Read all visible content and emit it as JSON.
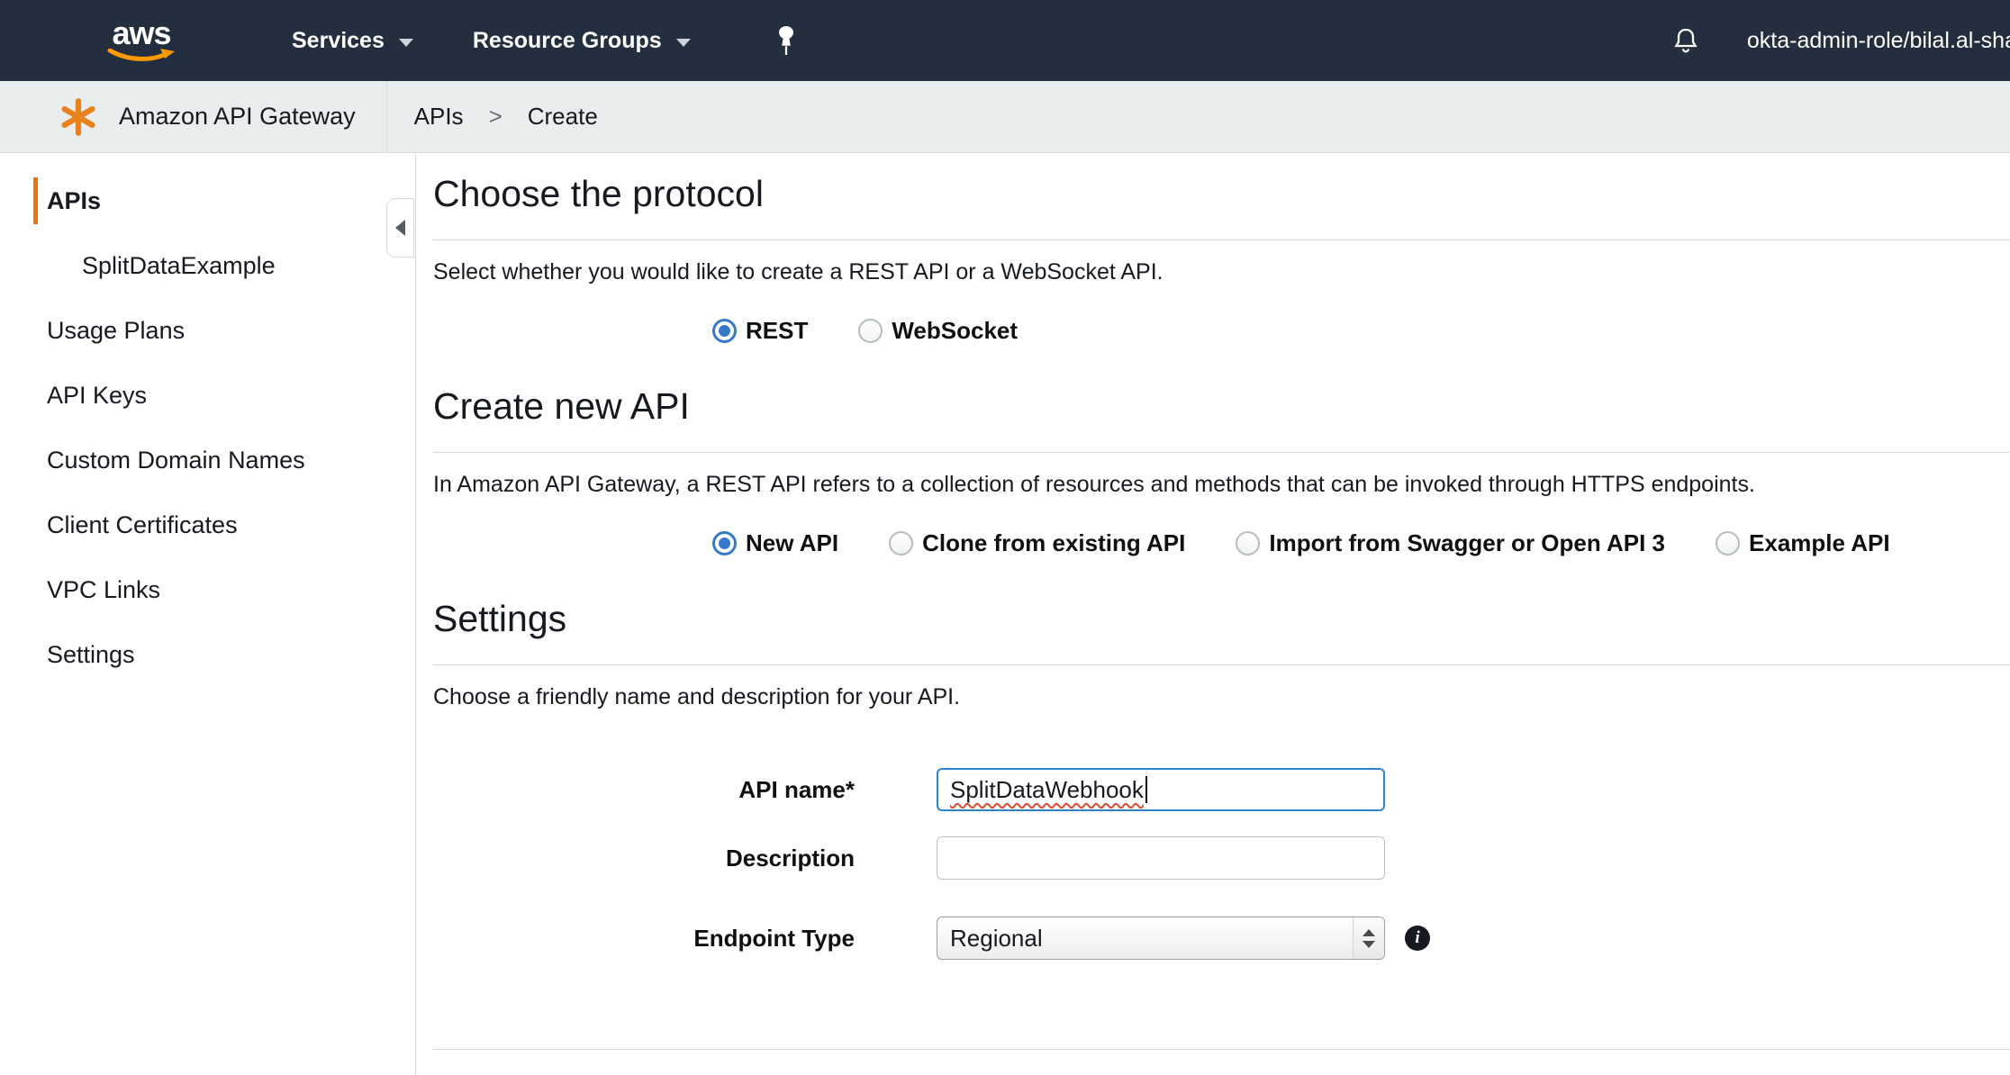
{
  "topnav": {
    "logo": "aws",
    "services_label": "Services",
    "resource_groups_label": "Resource Groups",
    "account": "okta-admin-role/bilal.al-sha"
  },
  "breadcrumb": {
    "service": "Amazon API Gateway",
    "root": "APIs",
    "separator": ">",
    "current": "Create"
  },
  "sidebar": {
    "items": [
      {
        "label": "APIs",
        "active": true
      },
      {
        "label": "SplitDataExample",
        "indent": true
      },
      {
        "label": "Usage Plans"
      },
      {
        "label": "API Keys"
      },
      {
        "label": "Custom Domain Names"
      },
      {
        "label": "Client Certificates"
      },
      {
        "label": "VPC Links"
      },
      {
        "label": "Settings"
      }
    ]
  },
  "protocol_section": {
    "title": "Choose the protocol",
    "description": "Select whether you would like to create a REST API or a WebSocket API.",
    "options": [
      {
        "label": "REST",
        "selected": true
      },
      {
        "label": "WebSocket",
        "selected": false
      }
    ]
  },
  "create_section": {
    "title": "Create new API",
    "description": "In Amazon API Gateway, a REST API refers to a collection of resources and methods that can be invoked through HTTPS endpoints.",
    "options": [
      {
        "label": "New API",
        "selected": true
      },
      {
        "label": "Clone from existing API",
        "selected": false
      },
      {
        "label": "Import from Swagger or Open API 3",
        "selected": false
      },
      {
        "label": "Example API",
        "selected": false
      }
    ]
  },
  "settings_section": {
    "title": "Settings",
    "description": "Choose a friendly name and description for your API.",
    "api_name": {
      "label": "API name*",
      "value": "SplitDataWebhook"
    },
    "description_field": {
      "label": "Description",
      "value": ""
    },
    "endpoint_type": {
      "label": "Endpoint Type",
      "value": "Regional"
    }
  },
  "icons": {
    "info": "i"
  },
  "colors": {
    "topnav_bg": "#232f3e",
    "accent_orange": "#ec7211",
    "focus_blue": "#3183c8",
    "radio_blue": "#3579c8",
    "spellcheck_red": "#e0492f",
    "aws_orange": "#ff9900"
  }
}
